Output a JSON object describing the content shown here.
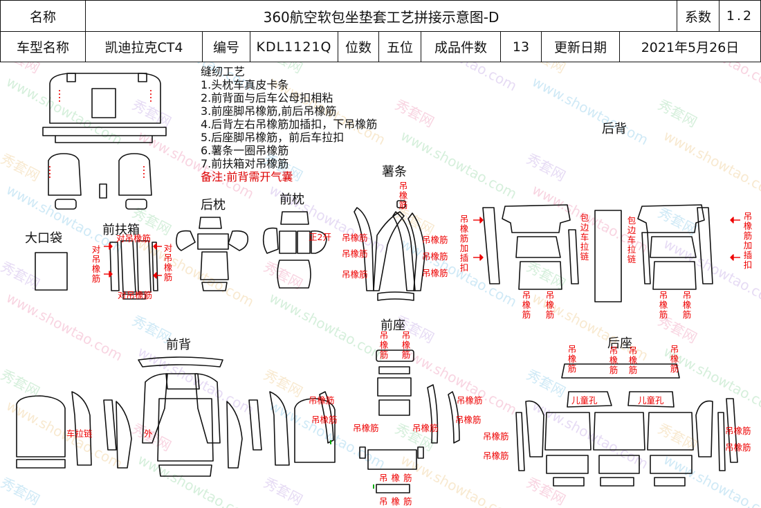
{
  "header": {
    "name_label": "名称",
    "title": "360航空软包坐垫套工艺拼接示意图-D",
    "coef_label": "系数",
    "coef_value": "1.2",
    "model_label": "车型名称",
    "model_value": "凯迪拉克CT4",
    "code_label": "编号",
    "code_value": "KDL1121Q",
    "seats_label": "位数",
    "seats_value": "五位",
    "pieces_label": "成品件数",
    "pieces_value": "13",
    "update_label": "更新日期",
    "update_value": "2021年5月26日"
  },
  "notes": {
    "title": "缝纫工艺",
    "items": [
      "1.头枕车真皮卡条",
      "2.前背面与后车公母扣相粘",
      "3.前座脚吊橡筋,前后吊橡筋",
      "4.后背左右吊橡筋加插扣，下吊橡筋",
      "5.后座脚吊橡筋，前后车拉扣",
      "6.薯条一圈吊橡筋",
      "7.前扶箱对吊橡筋"
    ],
    "remark": "备注:前背需开气囊"
  },
  "sections": {
    "rear_back": "后背",
    "fries": "薯条",
    "rear_headrest": "后枕",
    "front_headrest": "前枕",
    "big_pocket": "大口袋",
    "armrest": "前扶箱",
    "front_back": "前背",
    "front_seat": "前座",
    "rear_seat": "后座"
  },
  "annotations": {
    "elastic": "吊橡筋",
    "elastic_clip": "吊橡筋加插扣",
    "pair_elastic": "对吊橡筋",
    "edge_zipper": "包边车拉链",
    "open_two": "正2开",
    "zipper": "车拉链",
    "outer": "外",
    "child_hole": "儿童孔"
  },
  "watermark": {
    "cn": "秀套网",
    "url": "www.showtao.com"
  },
  "colors": {
    "annotation_red": "#e00000",
    "outline": "#111111",
    "border": "#111111"
  }
}
